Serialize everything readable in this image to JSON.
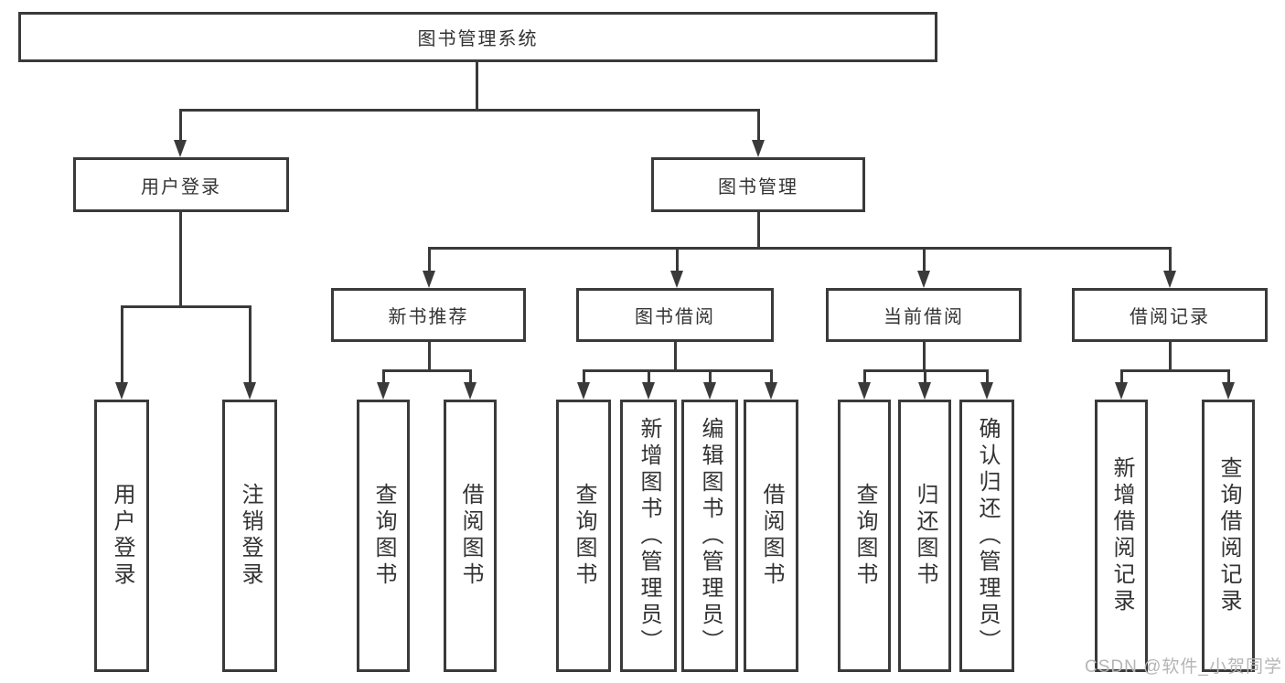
{
  "colors": {
    "line": "#3a3a3a",
    "text": "#333333",
    "watermark": "#b5b5b5"
  },
  "watermark": {
    "text": "CSDN @软件_小贺同学"
  },
  "tree": {
    "label": "图书管理系统",
    "children": [
      {
        "label": "用户登录",
        "children": [
          {
            "label": "用户登录"
          },
          {
            "label": "注销登录"
          }
        ]
      },
      {
        "label": "图书管理",
        "children": [
          {
            "label": "新书推荐",
            "children": [
              {
                "label": "查询图书"
              },
              {
                "label": "借阅图书"
              }
            ]
          },
          {
            "label": "图书借阅",
            "children": [
              {
                "label": "查询图书"
              },
              {
                "label": "新增图书（管理员）"
              },
              {
                "label": "编辑图书（管理员）"
              },
              {
                "label": "借阅图书"
              }
            ]
          },
          {
            "label": "当前借阅",
            "children": [
              {
                "label": "查询图书"
              },
              {
                "label": "归还图书"
              },
              {
                "label": "确认归还（管理员）"
              }
            ]
          },
          {
            "label": "借阅记录",
            "children": [
              {
                "label": "新增借阅记录"
              },
              {
                "label": "查询借阅记录"
              }
            ]
          }
        ]
      }
    ]
  }
}
